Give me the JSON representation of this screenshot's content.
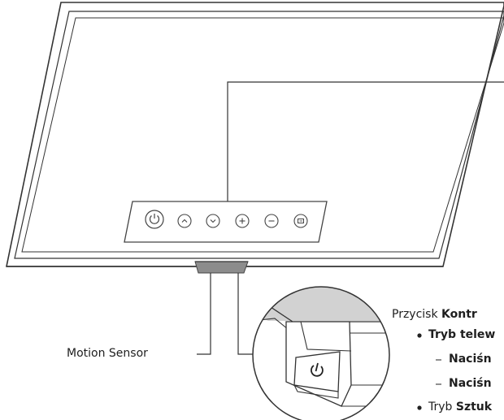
{
  "labels": {
    "motion_sensor": "Motion Sensor",
    "button_desc_prefix": "Przycisk ",
    "button_desc_bold": "Kontr",
    "bullet1_bold": "Tryb telew",
    "sub1_bold": "Naciśn",
    "sub2_bold": "Naciśn",
    "bullet2_prefix": "Tryb ",
    "bullet2_bold": "Sztuk"
  },
  "icons": {
    "buttons": [
      "power-icon",
      "chevron-up-icon",
      "chevron-down-icon",
      "plus-icon",
      "minus-icon",
      "source-icon"
    ],
    "zoom": "power-icon"
  }
}
